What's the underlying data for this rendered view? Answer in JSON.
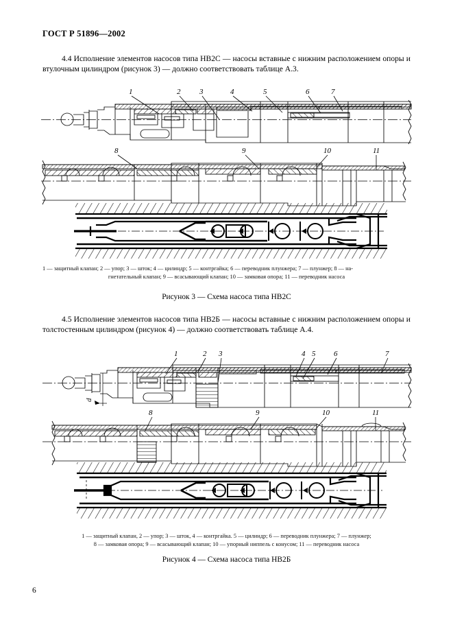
{
  "document": {
    "standard_header": "ГОСТ Р 51896—2002",
    "page_number": "6"
  },
  "sections": [
    {
      "id": "4.4",
      "text": "4.4  Исполнение элементов насосов типа НВ2С — насосы вставные с нижним расположением опоры и втулочным цилиндром (рисунок 3) — должно соответствовать таблице А.3."
    },
    {
      "id": "4.5",
      "text": "4.5  Исполнение элементов насосов типа НВ2Б — насосы вставные с нижним расположением опоры и толстостенным цилиндром (рисунок 4) — должно соответствовать таблице А.4."
    }
  ],
  "figures": [
    {
      "number": "3",
      "title": "Рисунок 3 — Схема насоса типа НВ2С",
      "legend_line1": "1 — защитный клапан; 2 — упор; 3 — шток; 4 — цилиндр; 5 — контргайка; 6 — переводник плунжера; 7 — плунжер; 8 — на-",
      "legend_line2": "гнетательный клапан; 9 — всасывающий клапан; 10 — замковая опора; 11 — переводник насоса",
      "callouts_row1": [
        "1",
        "2",
        "3",
        "4",
        "5",
        "6",
        "7"
      ],
      "callouts_row2": [
        "8",
        "9",
        "10",
        "11"
      ],
      "parts": [
        {
          "n": "1",
          "name": "защитный клапан"
        },
        {
          "n": "2",
          "name": "упор"
        },
        {
          "n": "3",
          "name": "шток"
        },
        {
          "n": "4",
          "name": "цилиндр"
        },
        {
          "n": "5",
          "name": "контргайка"
        },
        {
          "n": "6",
          "name": "переводник плунжера"
        },
        {
          "n": "7",
          "name": "плунжер"
        },
        {
          "n": "8",
          "name": "нагнетательный клапан"
        },
        {
          "n": "9",
          "name": "всасывающий клапан"
        },
        {
          "n": "10",
          "name": "замковая опора"
        },
        {
          "n": "11",
          "name": "переводник насоса"
        }
      ]
    },
    {
      "number": "4",
      "title": "Рисунок 4 — Схема насоса типа НВ2Б",
      "legend_line1": "1 — защитный клапан, 2 — упор; 3 — шток, 4 — контргайка. 5 — цилиндр; 6 — переводник плунжера; 7 — плунжер;",
      "legend_line2": "8 — замковая опора; 9 — всасывающий клапан; 10 — упорный ниппель с конусом; 11 — переводник насоса",
      "dimension_label": "d",
      "callouts_row1": [
        "1",
        "2",
        "3",
        "4",
        "5",
        "6",
        "7"
      ],
      "callouts_row2": [
        "8",
        "9",
        "10",
        "11"
      ],
      "parts": [
        {
          "n": "1",
          "name": "защитный клапан"
        },
        {
          "n": "2",
          "name": "упор"
        },
        {
          "n": "3",
          "name": "шток"
        },
        {
          "n": "4",
          "name": "контргайка"
        },
        {
          "n": "5",
          "name": "цилиндр"
        },
        {
          "n": "6",
          "name": "переводник плунжера"
        },
        {
          "n": "7",
          "name": "плунжер"
        },
        {
          "n": "8",
          "name": "замковая опора"
        },
        {
          "n": "9",
          "name": "всасывающий клапан"
        },
        {
          "n": "10",
          "name": "упорный ниппель с конусом"
        },
        {
          "n": "11",
          "name": "переводник насоса"
        }
      ]
    }
  ],
  "colors": {
    "ink": "#000000",
    "paper": "#ffffff",
    "hatch": "#2a2a2a"
  }
}
